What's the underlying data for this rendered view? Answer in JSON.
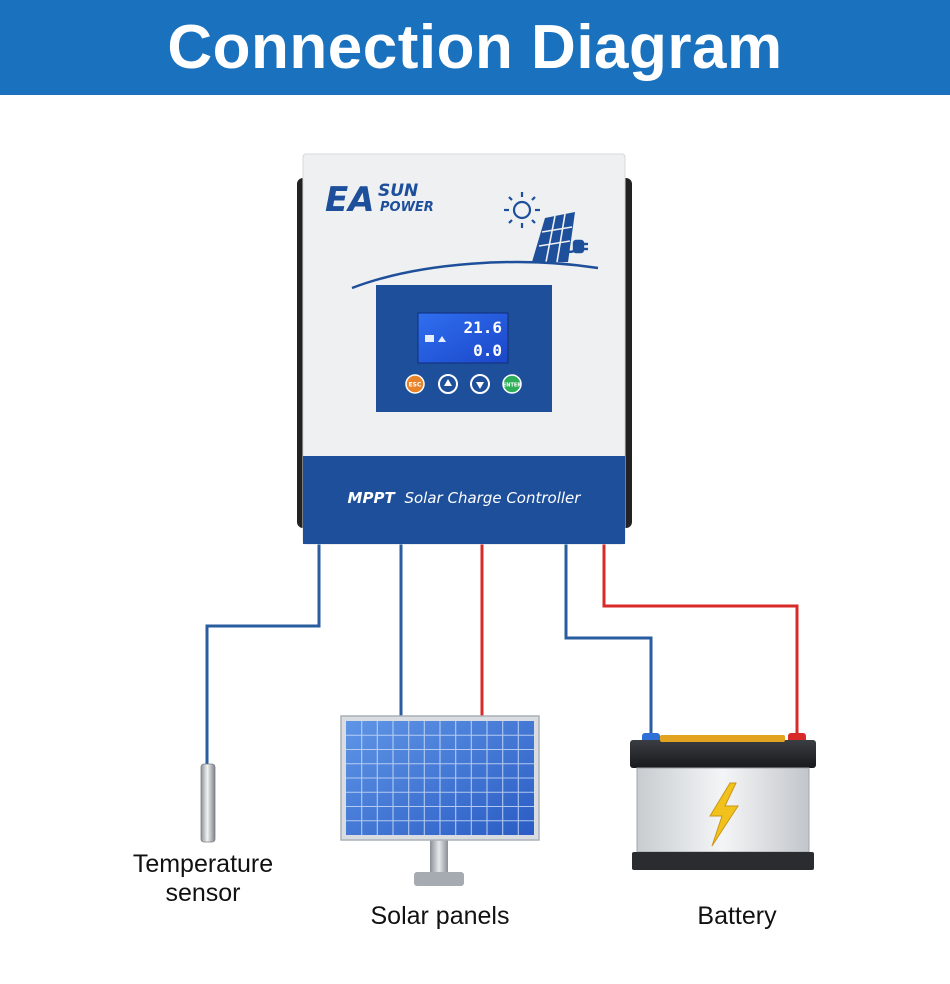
{
  "banner": {
    "title": "Connection Diagram",
    "color": "#1a72be"
  },
  "controller": {
    "brand_main": "EA",
    "brand_sun": "SUN",
    "brand_power": "POWER",
    "product_bold": "MPPT",
    "product_rest": "Solar Charge Controller",
    "lcd_line1": "21.6",
    "lcd_line2": "0.0",
    "buttons": [
      "ESC",
      "up-arrow",
      "down-arrow",
      "ENTER"
    ],
    "esc_label": "ESC",
    "enter_label": "ENTER",
    "panel_color": "#1d4f9a",
    "body_color": "#eef0f2"
  },
  "components": {
    "temperature_sensor": {
      "label_line1": "Temperature",
      "label_line2": "sensor"
    },
    "solar_panels": {
      "label": "Solar panels"
    },
    "battery": {
      "label": "Battery"
    }
  },
  "wires": {
    "negative_color": "#2a5d9f",
    "positive_color": "#d92a2a"
  }
}
